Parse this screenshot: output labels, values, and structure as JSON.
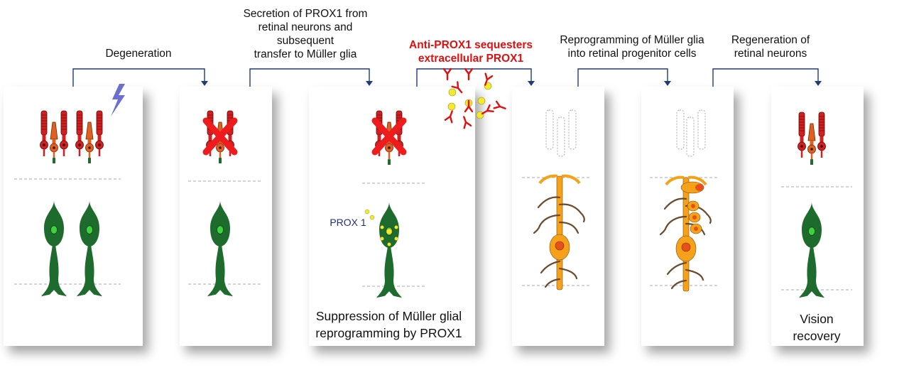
{
  "labels": {
    "degeneration": "Degeneration",
    "secretion": [
      "Secretion of PROX1 from",
      "retinal neurons and",
      "subsequent",
      "transfer to Müller glia"
    ],
    "anti": [
      "Anti-PROX1 sequesters",
      "extracellular PROX1"
    ],
    "reprogramming": [
      "Reprogramming of Müller glia",
      "into retinal progenitor cells"
    ],
    "regeneration": [
      "Regeneration of",
      "retinal neurons"
    ],
    "prox1": "PROX 1",
    "suppression": [
      "Suppression of Müller glial",
      "reprogramming by PROX1"
    ],
    "vision": [
      "Vision",
      "recovery"
    ]
  },
  "colors": {
    "arrow": "#1f3a7a",
    "rod": "#d21f1f",
    "cone": "#e0601f",
    "muller_green": "#1e6b2e",
    "glia_orange": "#f5a21a",
    "nucleus_orange": "#e8501a",
    "prox1_yellow": "#f2ea2a",
    "antibody_red": "#e01010",
    "lightning": "#6a6fd0"
  }
}
